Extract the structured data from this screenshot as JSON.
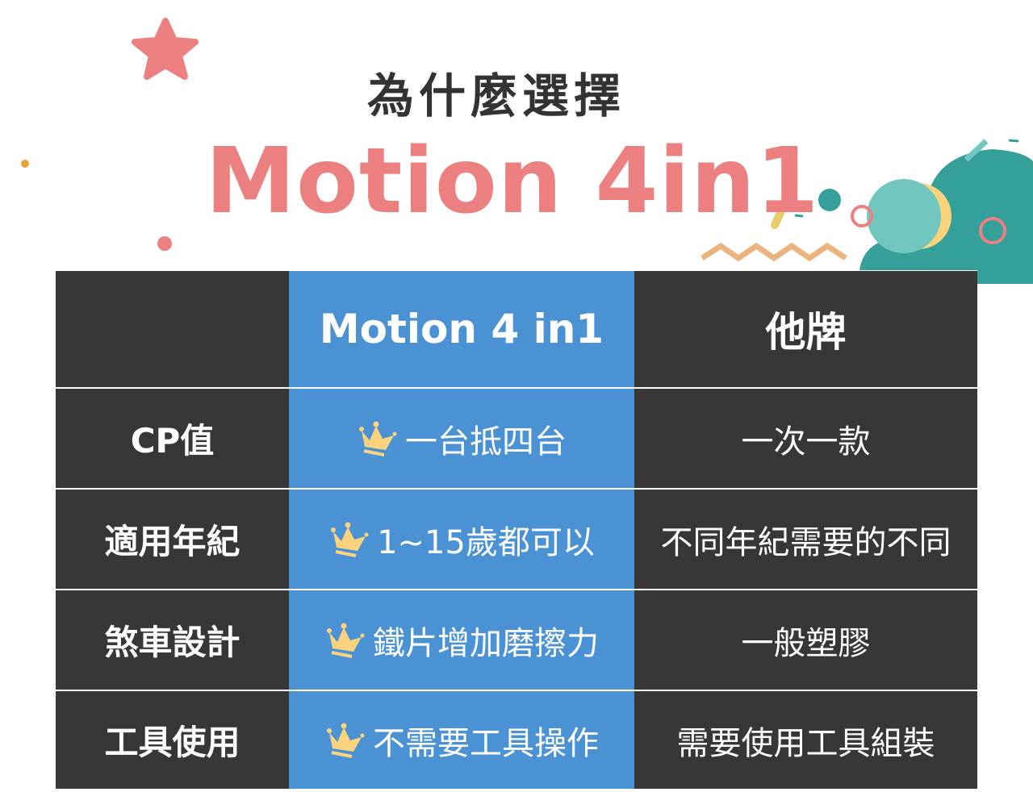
{
  "header": {
    "subtitle": "為什麼選擇",
    "title": "Motion 4in1"
  },
  "colors": {
    "dark": "#373737",
    "blue": "#4a92d4",
    "pink": "#ec8080",
    "teal": "#35a099",
    "crown": "#fcd37d"
  },
  "table": {
    "columns": [
      "",
      "Motion 4 in1",
      "他牌"
    ],
    "rows": [
      {
        "label": "CP值",
        "ours": "一台抵四台",
        "theirs": "一次一款"
      },
      {
        "label": "適用年紀",
        "ours": "1~15歲都可以",
        "theirs": "不同年紀需要的不同"
      },
      {
        "label": "煞車設計",
        "ours": "鐵片增加磨擦力",
        "theirs": "一般塑膠"
      },
      {
        "label": "工具使用",
        "ours": "不需要工具操作",
        "theirs": "需要使用工具組裝"
      }
    ]
  },
  "icons": {
    "row_marker": "crown-icon"
  }
}
